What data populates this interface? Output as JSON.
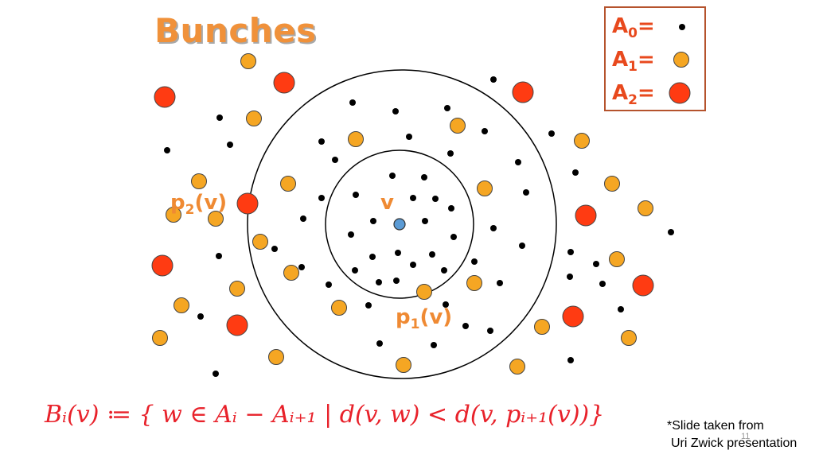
{
  "slide": {
    "title": "Bunches",
    "point_label_v": "v",
    "label_p1": {
      "base": "p",
      "sub": "1",
      "tail": "(v)"
    },
    "label_p2": {
      "base": "p",
      "sub": "2",
      "tail": "(v)"
    },
    "formula": "Bᵢ(v) ≔ { w ∈ Aᵢ − Aᵢ₊₁ | d(v, w) < d(v, pᵢ₊₁(v))}",
    "credit_line1": "*Slide taken from",
    "credit_line2": "Uri Zwick presentation",
    "page_number": "11"
  },
  "legend": [
    {
      "base": "A",
      "sub": "0",
      "eq": "=",
      "marker": "a0"
    },
    {
      "base": "A",
      "sub": "1",
      "eq": "=",
      "marker": "a1"
    },
    {
      "base": "A",
      "sub": "2",
      "eq": "=",
      "marker": "a2"
    }
  ],
  "colors": {
    "a0": "#000000",
    "a1": "#f5a623",
    "a2": "#ff3b12",
    "v": "#5b9bd5",
    "title": "#f0913a",
    "formula": "#e8212a",
    "legend_border": "#b5532d"
  }
}
